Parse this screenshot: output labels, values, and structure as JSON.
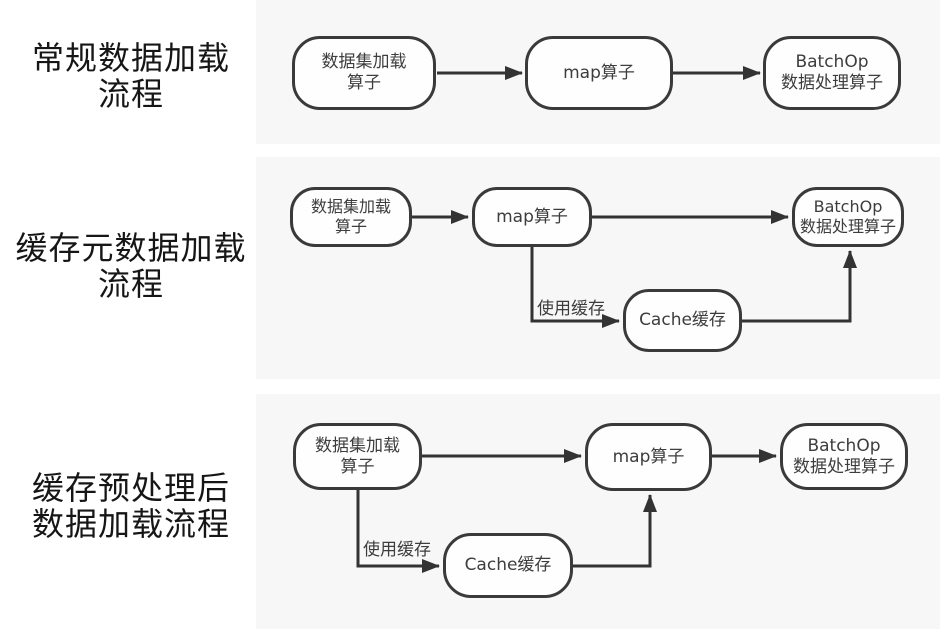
{
  "colors": {
    "panel_bg": "#f7f7f7",
    "node_fill": "#fefefe",
    "node_border": "#3a3a3a",
    "arrow": "#333333",
    "node_text": "#3d3d3d",
    "title_text": "#161616"
  },
  "rows": [
    {
      "title": "常规数据加载\n流程",
      "nodes": {
        "dataset": "数据集加载\n算子",
        "map": "map算子",
        "batch": "BatchOp\n数据处理算子"
      }
    },
    {
      "title": "缓存元数据加载\n流程",
      "nodes": {
        "dataset": "数据集加载\n算子",
        "map": "map算子",
        "batch": "BatchOp\n数据处理算子",
        "cache": "Cache缓存"
      },
      "edge_label": "使用缓存"
    },
    {
      "title": "缓存预处理后\n数据加载流程",
      "nodes": {
        "dataset": "数据集加载\n算子",
        "map": "map算子",
        "batch": "BatchOp\n数据处理算子",
        "cache": "Cache缓存"
      },
      "edge_label": "使用缓存"
    }
  ]
}
